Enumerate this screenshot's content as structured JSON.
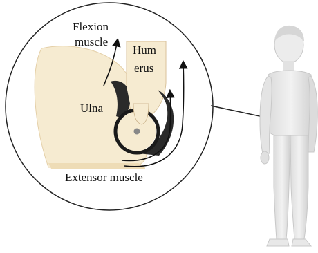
{
  "labels": {
    "flexion_line1": "Flexion",
    "flexion_line2": "muscle",
    "humerus_line1": "Hum",
    "humerus_line2": "erus",
    "ulna": "Ulna",
    "extensor": "Extensor muscle"
  },
  "colors": {
    "skin": "#f6ebd1",
    "skin_shade": "#eedcb6",
    "outline": "#1a1a1a",
    "dark_tissue": "#2a2a2a",
    "figure_body": "#e9e9e9",
    "figure_shade": "#cfcfcf"
  }
}
